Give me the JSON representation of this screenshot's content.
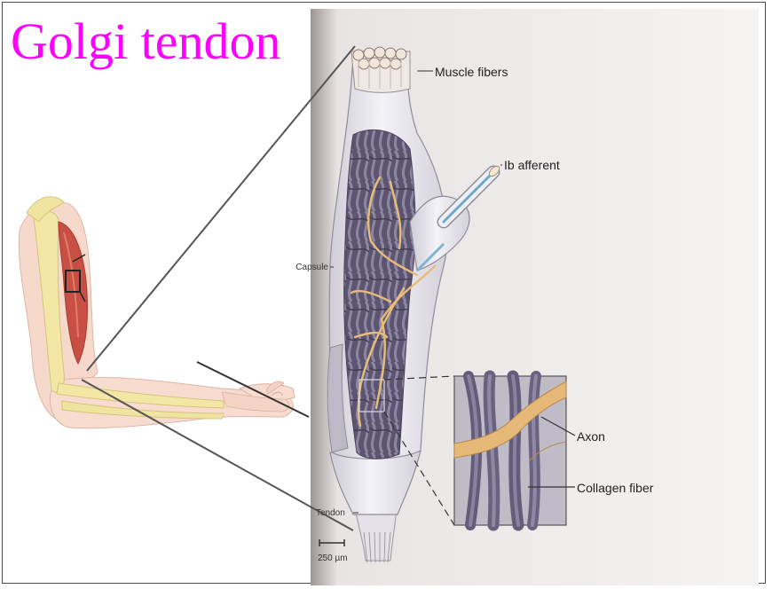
{
  "slide": {
    "title": "Golgi tendon",
    "title_color": "#ff00ff"
  },
  "figure": {
    "labels": {
      "muscle_fibers": "Muscle fibers",
      "ib_afferent": "Ib afferent",
      "axon": "Axon",
      "collagen_fiber": "Collagen fiber",
      "capsule": "Capsule",
      "tendon": "Tendon",
      "scale": "250 µm"
    },
    "colors": {
      "collagen": "#5e566f",
      "axon": "#e7bd78",
      "capsule": "#ecebf0",
      "muscle": "#c84f43",
      "bone": "#f3e7a6",
      "skin": "#f8dccf",
      "page": "#f3f0ef"
    }
  }
}
